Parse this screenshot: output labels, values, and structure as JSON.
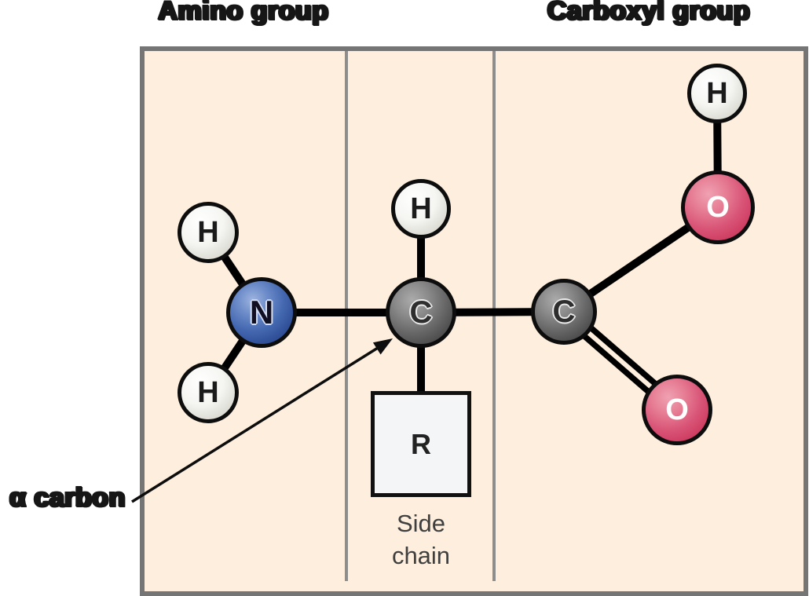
{
  "labels": {
    "amino_group": "Amino group",
    "carboxyl_group": "Carboxyl group",
    "alpha_carbon": "α carbon",
    "side_chain": "Side\nchain",
    "r_group": "R"
  },
  "molecule": {
    "name_hint": "generic amino acid ball-and-stick diagram",
    "atoms": {
      "amino_h_top": {
        "symbol": "H",
        "element": "hydrogen"
      },
      "amino_h_bottom": {
        "symbol": "H",
        "element": "hydrogen"
      },
      "nitrogen": {
        "symbol": "N",
        "element": "nitrogen"
      },
      "alpha_h": {
        "symbol": "H",
        "element": "hydrogen"
      },
      "alpha_carbon": {
        "symbol": "C",
        "element": "carbon"
      },
      "carboxyl_carbon": {
        "symbol": "C",
        "element": "carbon"
      },
      "hydroxyl_oxygen": {
        "symbol": "O",
        "element": "oxygen"
      },
      "hydroxyl_h": {
        "symbol": "H",
        "element": "hydrogen"
      },
      "carbonyl_oxygen": {
        "symbol": "O",
        "element": "oxygen"
      }
    },
    "bonds": [
      "H-N (upper)",
      "H-N (lower)",
      "N-Cα",
      "H-Cα",
      "Cα-R",
      "Cα-C",
      "C-O (hydroxyl, single)",
      "O-H (hydroxyl)",
      "C=O (carbonyl, double)"
    ]
  },
  "colors": {
    "panel_fill": "#fdeedd",
    "panel_border": "#757575",
    "divider": "#8d8d8d",
    "bond": "#000000",
    "nitrogen_sphere": "#3a5dab",
    "carbon_sphere": "#4c4c4c",
    "oxygen_sphere": "#cd3a60",
    "hydrogen_sphere": "#e9e9e4",
    "label_text": "#161616",
    "side_chain_text": "#3f3f3f"
  }
}
